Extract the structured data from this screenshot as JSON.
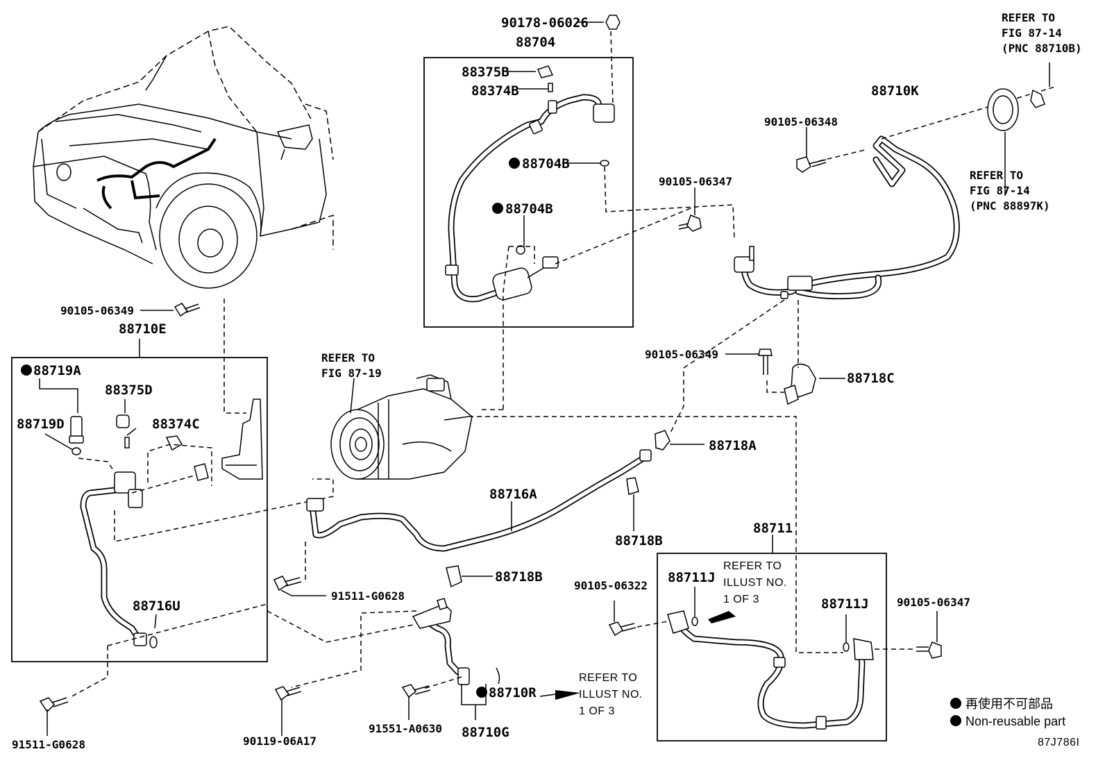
{
  "labels": {
    "p_90178_06026": "90178-06026",
    "p_88704": "88704",
    "p_88375B": "88375B",
    "p_88374B": "88374B",
    "p_88704B_a": "88704B",
    "p_88704B_b": "88704B",
    "p_90105_06347_top": "90105-06347",
    "p_88710K": "88710K",
    "p_90105_06348": "90105-06348",
    "p_90105_06349_left": "90105-06349",
    "p_88710E": "88710E",
    "p_88719A": "88719A",
    "p_88375D": "88375D",
    "p_88719D": "88719D",
    "p_88374C": "88374C",
    "p_88716U": "88716U",
    "p_90105_06349_right": "90105-06349",
    "p_88718C": "88718C",
    "p_88718A": "88718A",
    "p_88716A": "88716A",
    "p_88718B_a": "88718B",
    "p_88718B_b": "88718B",
    "p_88711": "88711",
    "p_88711J_a": "88711J",
    "p_88711J_b": "88711J",
    "p_90105_06322": "90105-06322",
    "p_90105_06347_right": "90105-06347",
    "p_91511_G0628_mid": "91511-G0628",
    "p_91511_G0628_left": "91511-G0628",
    "p_90119_06A17": "90119-06A17",
    "p_91551_A0630": "91551-A0630",
    "p_88710R": "88710R",
    "p_88710G": "88710G"
  },
  "refer": {
    "top_right": [
      "REFER TO",
      "FIG 87-14",
      "(PNC 88710B)"
    ],
    "mid_right": [
      "REFER TO",
      "FIG 87-14",
      "(PNC 88897K)"
    ],
    "compressor": [
      "REFER TO",
      "FIG 87-19"
    ],
    "box_88711": [
      "REFER TO",
      "ILLUST NO.",
      "1 OF 3"
    ],
    "bottom": [
      "REFER TO",
      "ILLUST NO.",
      "1 OF 3"
    ]
  },
  "legend": {
    "jp": "再使用不可部品",
    "en": "Non-reusable part"
  },
  "figure_code": "87J786I"
}
